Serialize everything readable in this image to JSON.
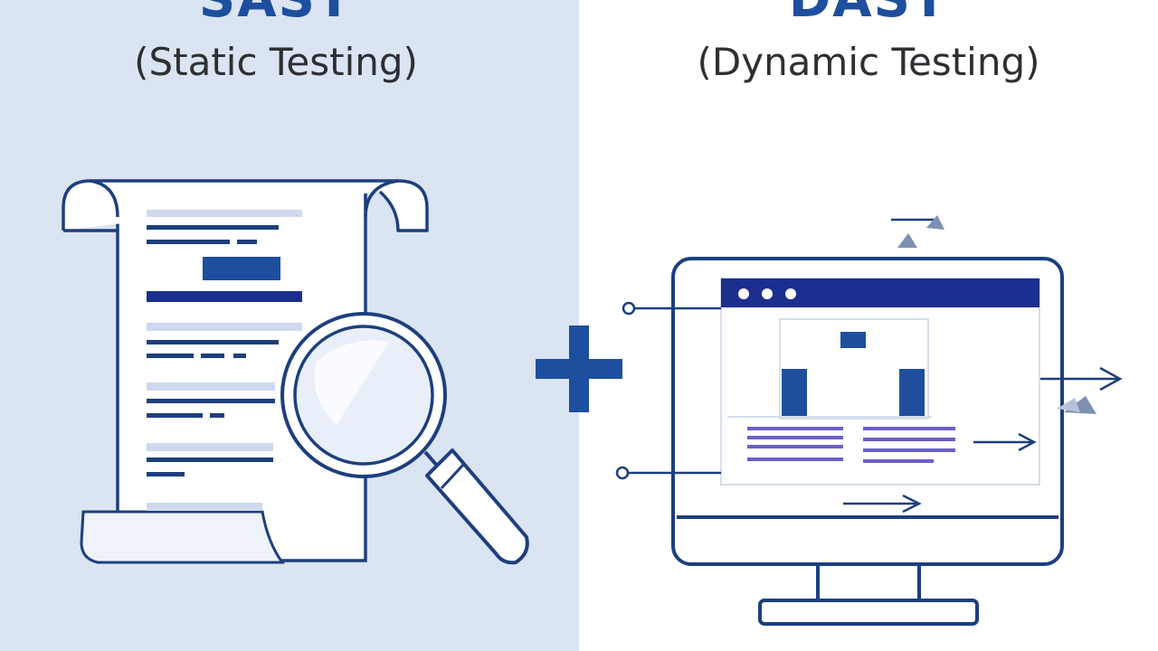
{
  "left": {
    "title": "SAST",
    "subtitle": "(Static Testing)",
    "background": "#dae4f2"
  },
  "right": {
    "title": "DAST",
    "subtitle": "(Dynamic Testing)",
    "background": "#ffffff"
  },
  "colors": {
    "title_blue": "#1d4f9e",
    "outline_navy": "#1d3f7e",
    "plus_blue": "#1d4f9e",
    "accent_purple": "#6a5fc9"
  },
  "icons": {
    "left": [
      "document-scroll-icon",
      "magnifying-glass-icon"
    ],
    "center": "plus-icon",
    "right": [
      "monitor-icon",
      "browser-window-icon",
      "arrow-icon"
    ]
  }
}
